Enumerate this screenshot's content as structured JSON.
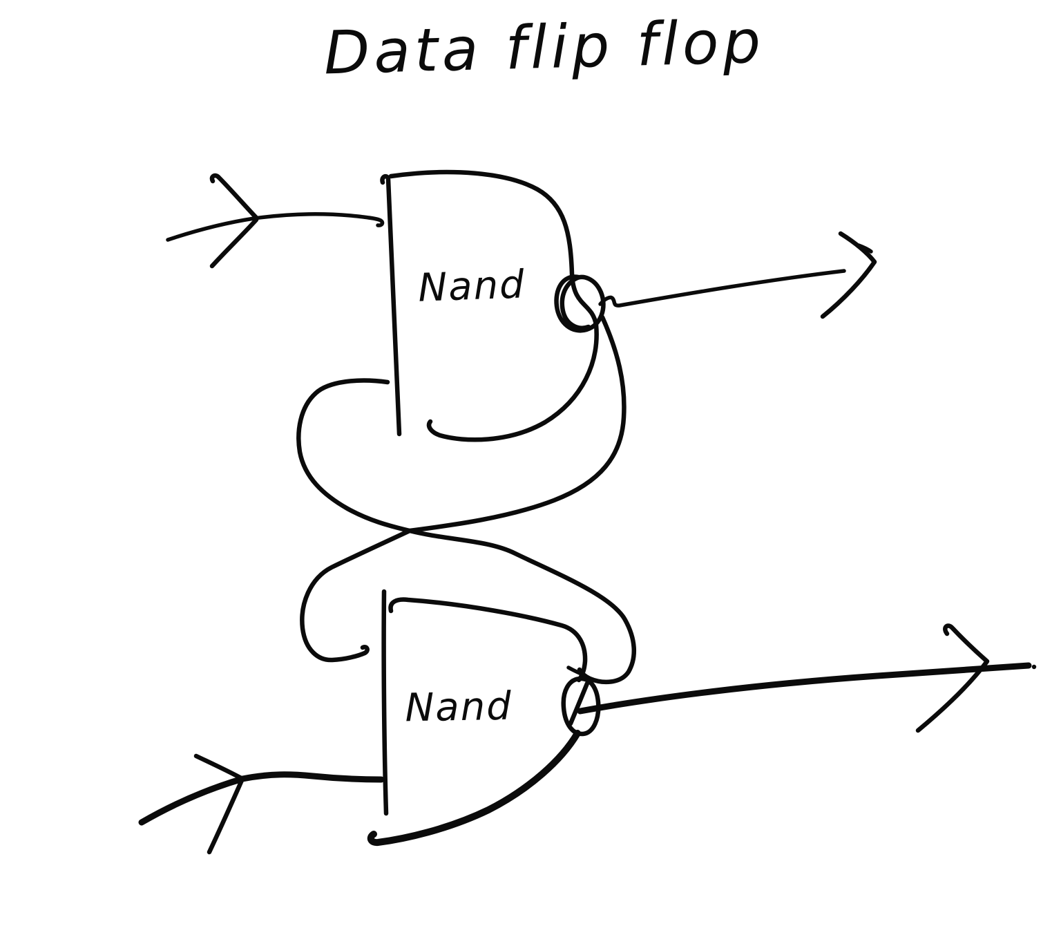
{
  "title": "Data flip flop",
  "colors": {
    "ink": "#0b0b0b",
    "paper": "#ffffff"
  },
  "diagram": {
    "type": "hand-drawn logic circuit sketch",
    "gates": [
      {
        "id": "top-nand",
        "label": "Nand"
      },
      {
        "id": "bottom-nand",
        "label": "Nand"
      }
    ]
  }
}
